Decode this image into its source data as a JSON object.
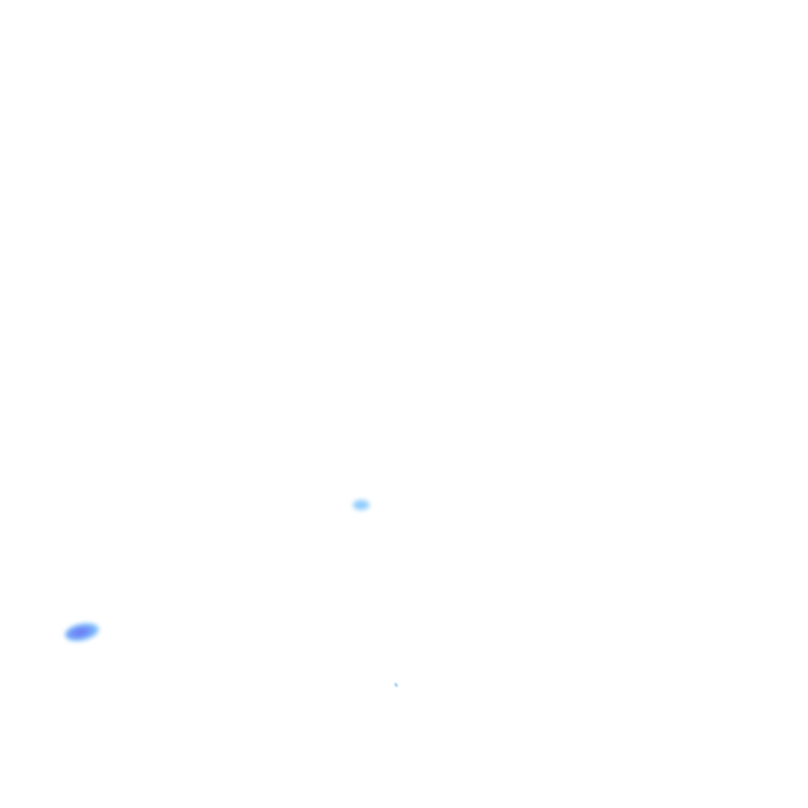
{
  "canvas": {
    "background": "#ffffff",
    "spots": [
      {
        "name": "large-blue-spot",
        "color": "#6a73f5"
      },
      {
        "name": "small-light-blue-spot",
        "color": "#8ac8fb"
      },
      {
        "name": "tiny-light-blue-spot",
        "color": "#a9d6fb"
      }
    ]
  }
}
